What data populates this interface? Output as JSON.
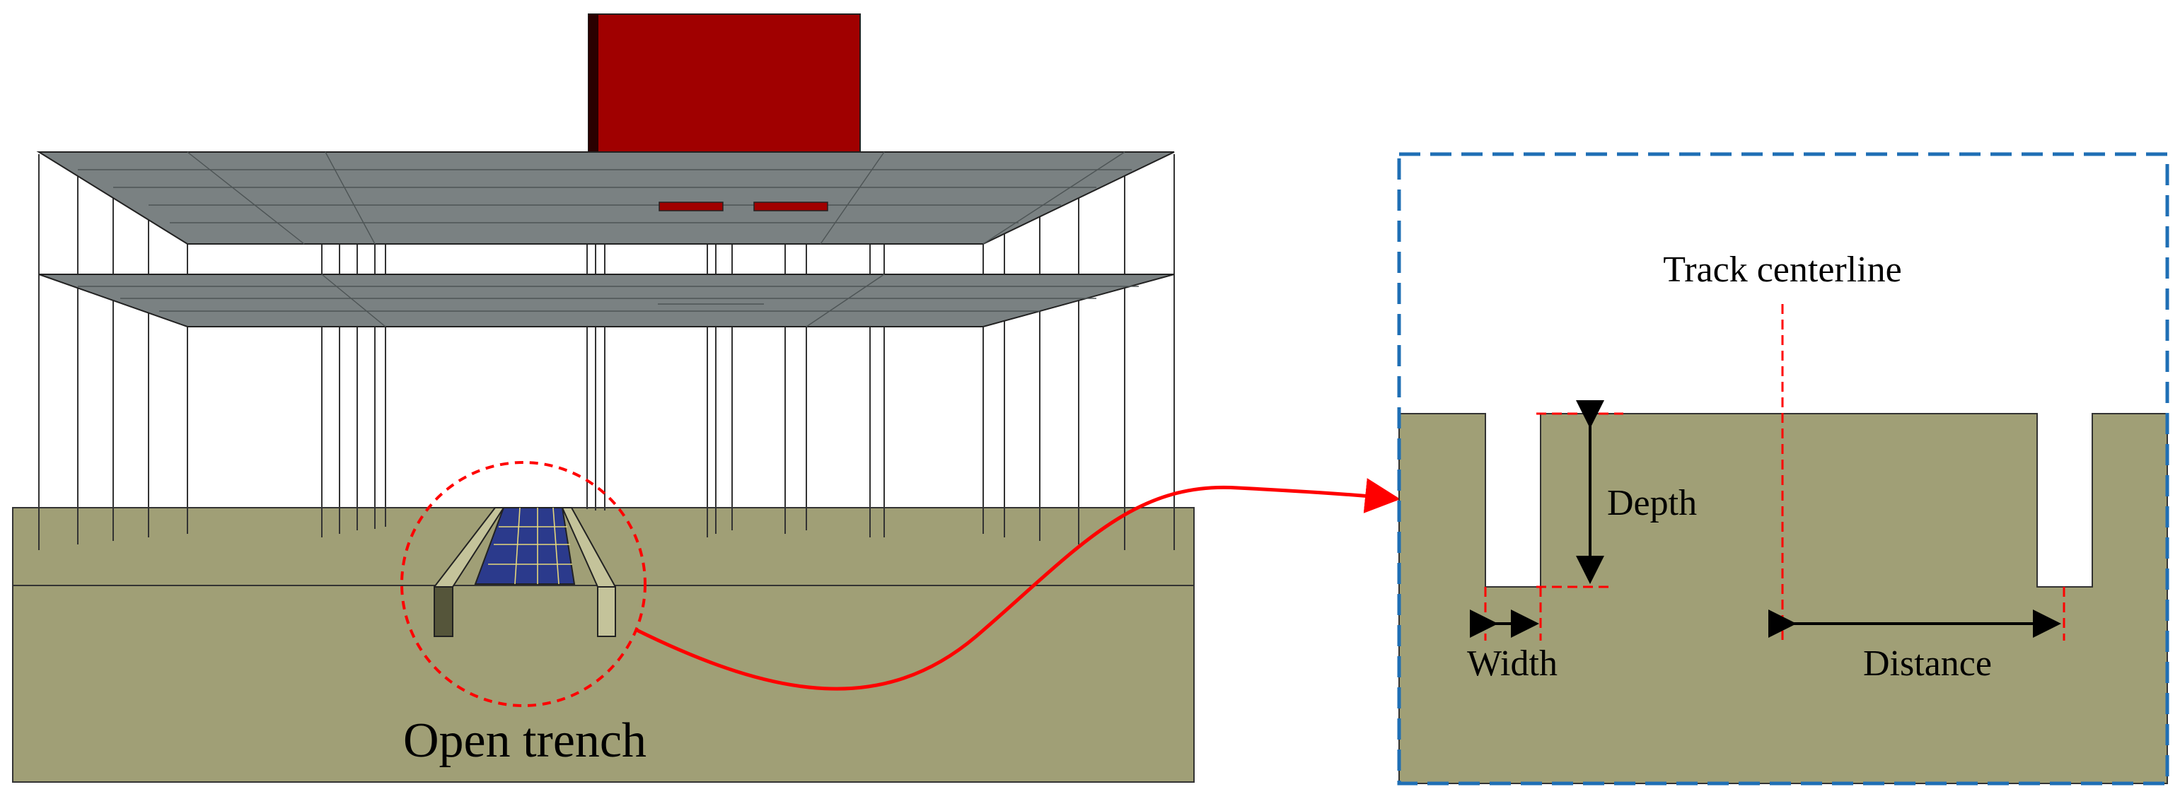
{
  "labels": {
    "open_trench": "Open trench",
    "track_centerline": "Track centerline",
    "depth": "Depth",
    "width": "Width",
    "distance": "Distance"
  },
  "colors": {
    "soil": "#a09f76",
    "slab": "#7a8182",
    "building_block": "#a00000",
    "trench_fill": "#2b3a8c",
    "annotation_red": "#ff0000",
    "frame_blue": "#1f6fb5"
  },
  "icons": {
    "trench_arrow": "curved-arrow-icon",
    "depth_arrow": "vertical-double-arrow-icon",
    "width_arrow": "horizontal-double-arrow-icon",
    "distance_arrow": "horizontal-double-arrow-icon"
  }
}
